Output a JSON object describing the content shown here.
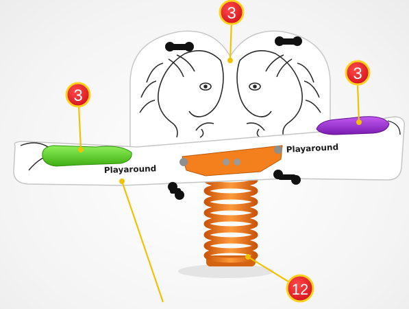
{
  "image": {
    "subject": "playground spring seesaw with twin horse-head backboard",
    "colors": {
      "badge_red": "#e8212a",
      "badge_ring": "#ffd21f",
      "leader_line": "#f2c200",
      "seat_green": "#5fd12a",
      "seat_purple": "#9a2bd1",
      "spring_orange": "#f07a12",
      "bracket_orange": "#f3801c",
      "board_white": "#ffffff",
      "outline_dark": "#1c1c1c",
      "handle_black": "#111111"
    },
    "icons": [
      "horse-head-left",
      "horse-head-right",
      "spring-coil",
      "handle-knob"
    ]
  },
  "labels": {
    "brand_left": "Playaround",
    "brand_right": "Playaround"
  },
  "callouts": [
    {
      "number": "3"
    },
    {
      "number": "3"
    },
    {
      "number": "3"
    },
    {
      "number": "12"
    }
  ]
}
